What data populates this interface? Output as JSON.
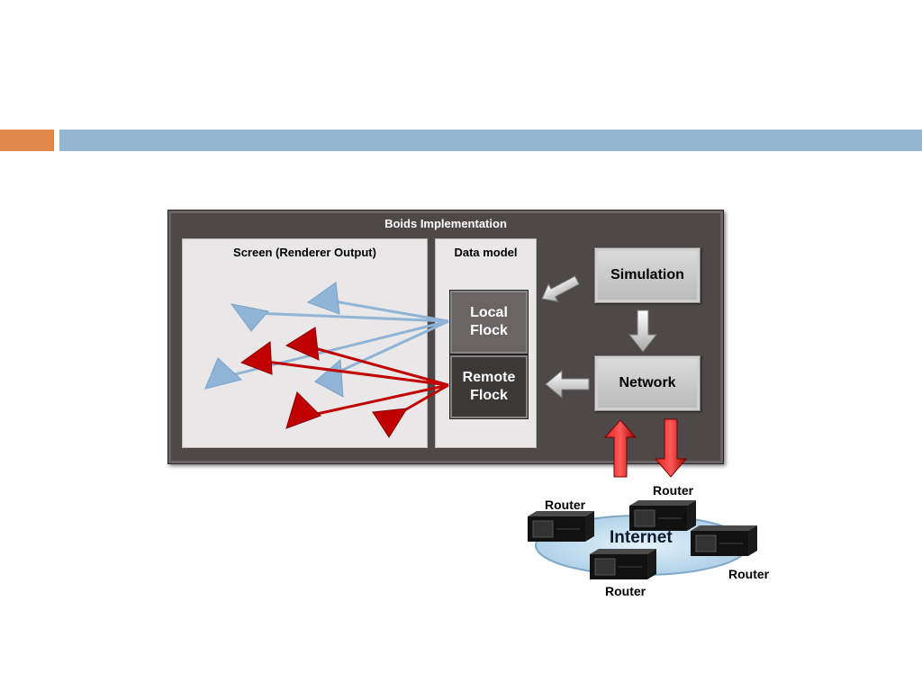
{
  "frame": {
    "title": "Boids Implementation"
  },
  "screen_panel": {
    "title": "Screen (Renderer Output)"
  },
  "data_model_panel": {
    "title": "Data model"
  },
  "boxes": {
    "local_flock": "Local Flock",
    "remote_flock": "Remote Flock",
    "simulation": "Simulation",
    "network": "Network"
  },
  "network_cloud": {
    "label": "Internet",
    "routers": [
      "Router",
      "Router",
      "Router",
      "Router"
    ]
  },
  "colors": {
    "local_boid": "#8fb4d6",
    "remote_boid": "#c00000",
    "accent_orange": "#e0874a",
    "accent_blue": "#94b6d2"
  }
}
